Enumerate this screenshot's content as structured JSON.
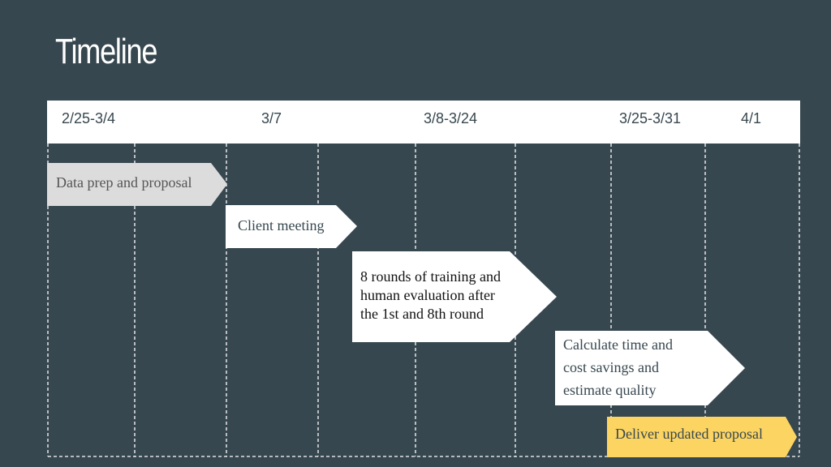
{
  "slide": {
    "title": "Timeline",
    "background_color": "#37474f"
  },
  "dates": [
    {
      "label": "2/25-3/4"
    },
    {
      "label": "3/7"
    },
    {
      "label": "3/8-3/24"
    },
    {
      "label": "3/25-3/31"
    },
    {
      "label": "4/1"
    }
  ],
  "tasks": [
    {
      "label": "Data prep and proposal",
      "color": "#dcdcdc"
    },
    {
      "label": "Client meeting",
      "color": "#ffffff"
    },
    {
      "label": "8 rounds of training and\nhuman evaluation after\nthe 1st and 8th round",
      "color": "#ffffff"
    },
    {
      "label": "Calculate time and\ncost savings and\nestimate quality",
      "color": "#ffffff"
    },
    {
      "label": "Deliver updated proposal",
      "color": "#fcd462"
    }
  ]
}
